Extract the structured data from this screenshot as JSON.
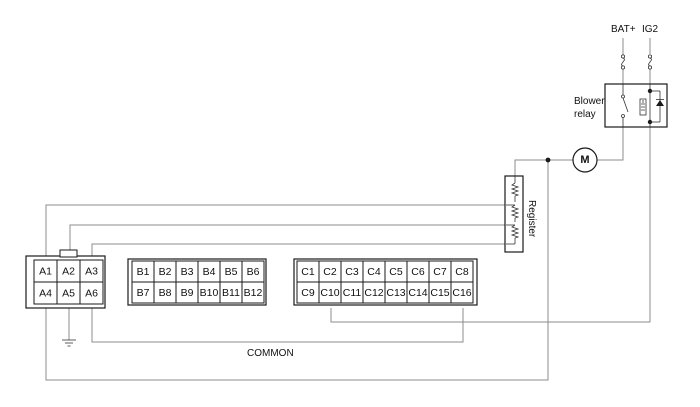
{
  "labels": {
    "bat": "BAT+",
    "ig2": "IG2",
    "blower_line1": "Blower",
    "blower_line2": "relay",
    "motor": "M",
    "register": "Register",
    "common": "COMMON"
  },
  "connector_a": {
    "rows": [
      [
        "A1",
        "A2",
        "A3"
      ],
      [
        "A4",
        "A5",
        "A6"
      ]
    ]
  },
  "connector_b": {
    "rows": [
      [
        "B1",
        "B2",
        "B3",
        "B4",
        "B5",
        "B6"
      ],
      [
        "B7",
        "B8",
        "B9",
        "B10",
        "B11",
        "B12"
      ]
    ]
  },
  "connector_c": {
    "rows": [
      [
        "C1",
        "C2",
        "C3",
        "C4",
        "C5",
        "C6",
        "C7",
        "C8"
      ],
      [
        "C9",
        "C10",
        "C11",
        "C12",
        "C13",
        "C14",
        "C15",
        "C16"
      ]
    ]
  },
  "colors": {
    "wire": "#8c8c8c",
    "outline": "#1a1a1a"
  }
}
